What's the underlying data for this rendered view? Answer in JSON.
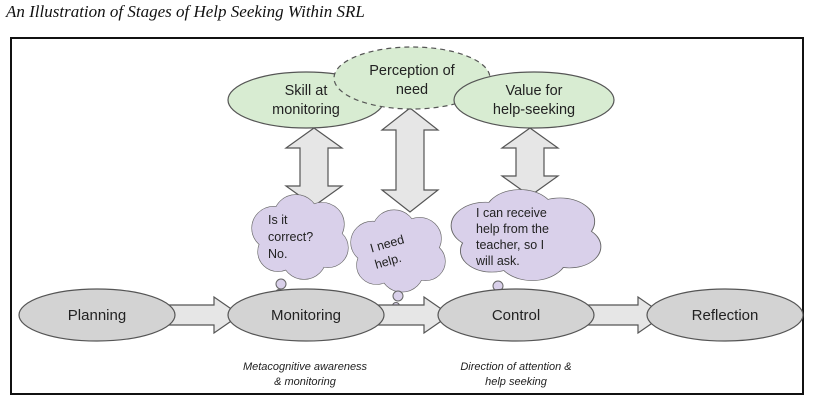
{
  "caption": "An Illustration of Stages of Help Seeking Within SRL",
  "stages": [
    "Planning",
    "Monitoring",
    "Control",
    "Reflection"
  ],
  "factors": {
    "skill": [
      "Skill at",
      "monitoring"
    ],
    "perception": [
      "Perception of",
      "need"
    ],
    "value": [
      "Value for",
      "help-seeking"
    ]
  },
  "thoughts": {
    "monitoring": [
      "Is it",
      "correct?",
      "No."
    ],
    "need": [
      "I need",
      "help."
    ],
    "control": [
      "I can receive",
      "help from the",
      "teacher, so I",
      "will ask."
    ]
  },
  "notes": {
    "monitoring": [
      "Metacognitive awareness",
      "& monitoring"
    ],
    "control": [
      "Direction of attention &",
      "help seeking"
    ]
  },
  "colors": {
    "stage_fill": "#d3d3d3",
    "factor_fill": "#d8ecd2",
    "thought_fill": "#d9d0ea",
    "arrow_fill": "#e6e6e6"
  }
}
